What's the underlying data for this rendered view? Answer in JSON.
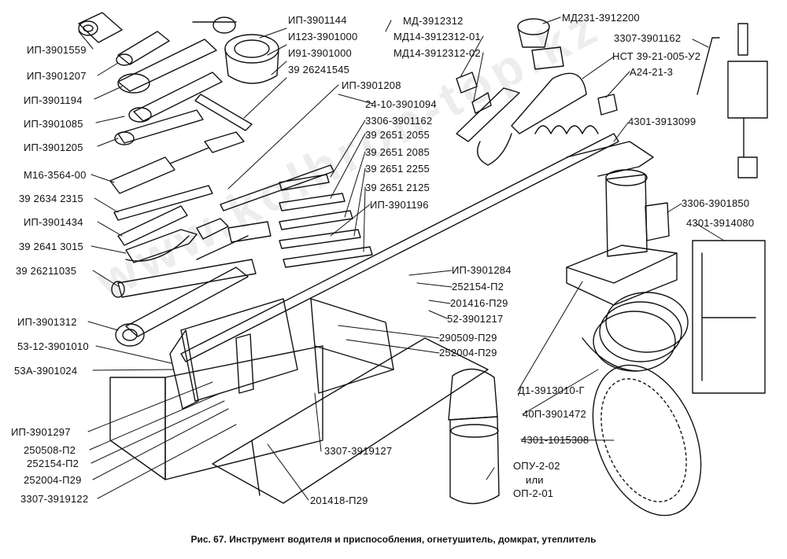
{
  "labels": {
    "l1": "ИП-3901559",
    "l2": "ИП-3901207",
    "l3": "ИП-3901194",
    "l4": "ИП-3901085",
    "l5": "ИП-3901205",
    "l6": "М16-3564-00",
    "l7": "39 2634 2315",
    "l8": "ИП-3901434",
    "l9": "39 2641 3015",
    "l10": "39 26211035",
    "l11": "ИП-3901312",
    "l12": "53-12-3901010",
    "l13": "53А-3901024",
    "l14": "ИП-3901297",
    "l15": "250508-П2",
    "l16": "252154-П2",
    "l17": "252004-П29",
    "l18": "3307-3919122",
    "l19": "ИП-3901144",
    "l20": "И123-3901000",
    "l21": "И91-3901000",
    "l22": "39 26241545",
    "l23": "ИП-3901208",
    "l24": "24-10-3901094",
    "l25": "3306-3901162",
    "l26": "39 2651 2055",
    "l27": "39 2651 2085",
    "l28": "39 2651 2255",
    "l29": "39 2651 2125",
    "l30": "ИП-3901196",
    "l31": "МД-3912312",
    "l32": "МД14-3912312-01",
    "l33": "МД14-3912312-02",
    "l34": "МД231-3912200",
    "l35": "3307-3901162",
    "l36": "НСТ 39-21-005-У2",
    "l37": "А24-21-3",
    "l38": "4301-3913099",
    "l39": "3306-3901850",
    "l40": "4301-3914080",
    "l41": "ИП-3901284",
    "l42": "252154-П2",
    "l43": "201416-П29",
    "l44": "52-3901217",
    "l45": "290509-П29",
    "l46": "252004-П29",
    "l47": "Д1-3913010-Г",
    "l48": "40П-3901472",
    "l49": "4301-1015308",
    "l50": "3307-3919127",
    "l51": "ОПУ-2-02",
    "l52": "или",
    "l53": "ОП-2-01",
    "l54": "201418-П29"
  },
  "caption": "Рис. 67. Инструмент водителя и приспособления, огнетушитель, домкрат, утеплитель",
  "watermark": "www.kolhron-top.kz"
}
